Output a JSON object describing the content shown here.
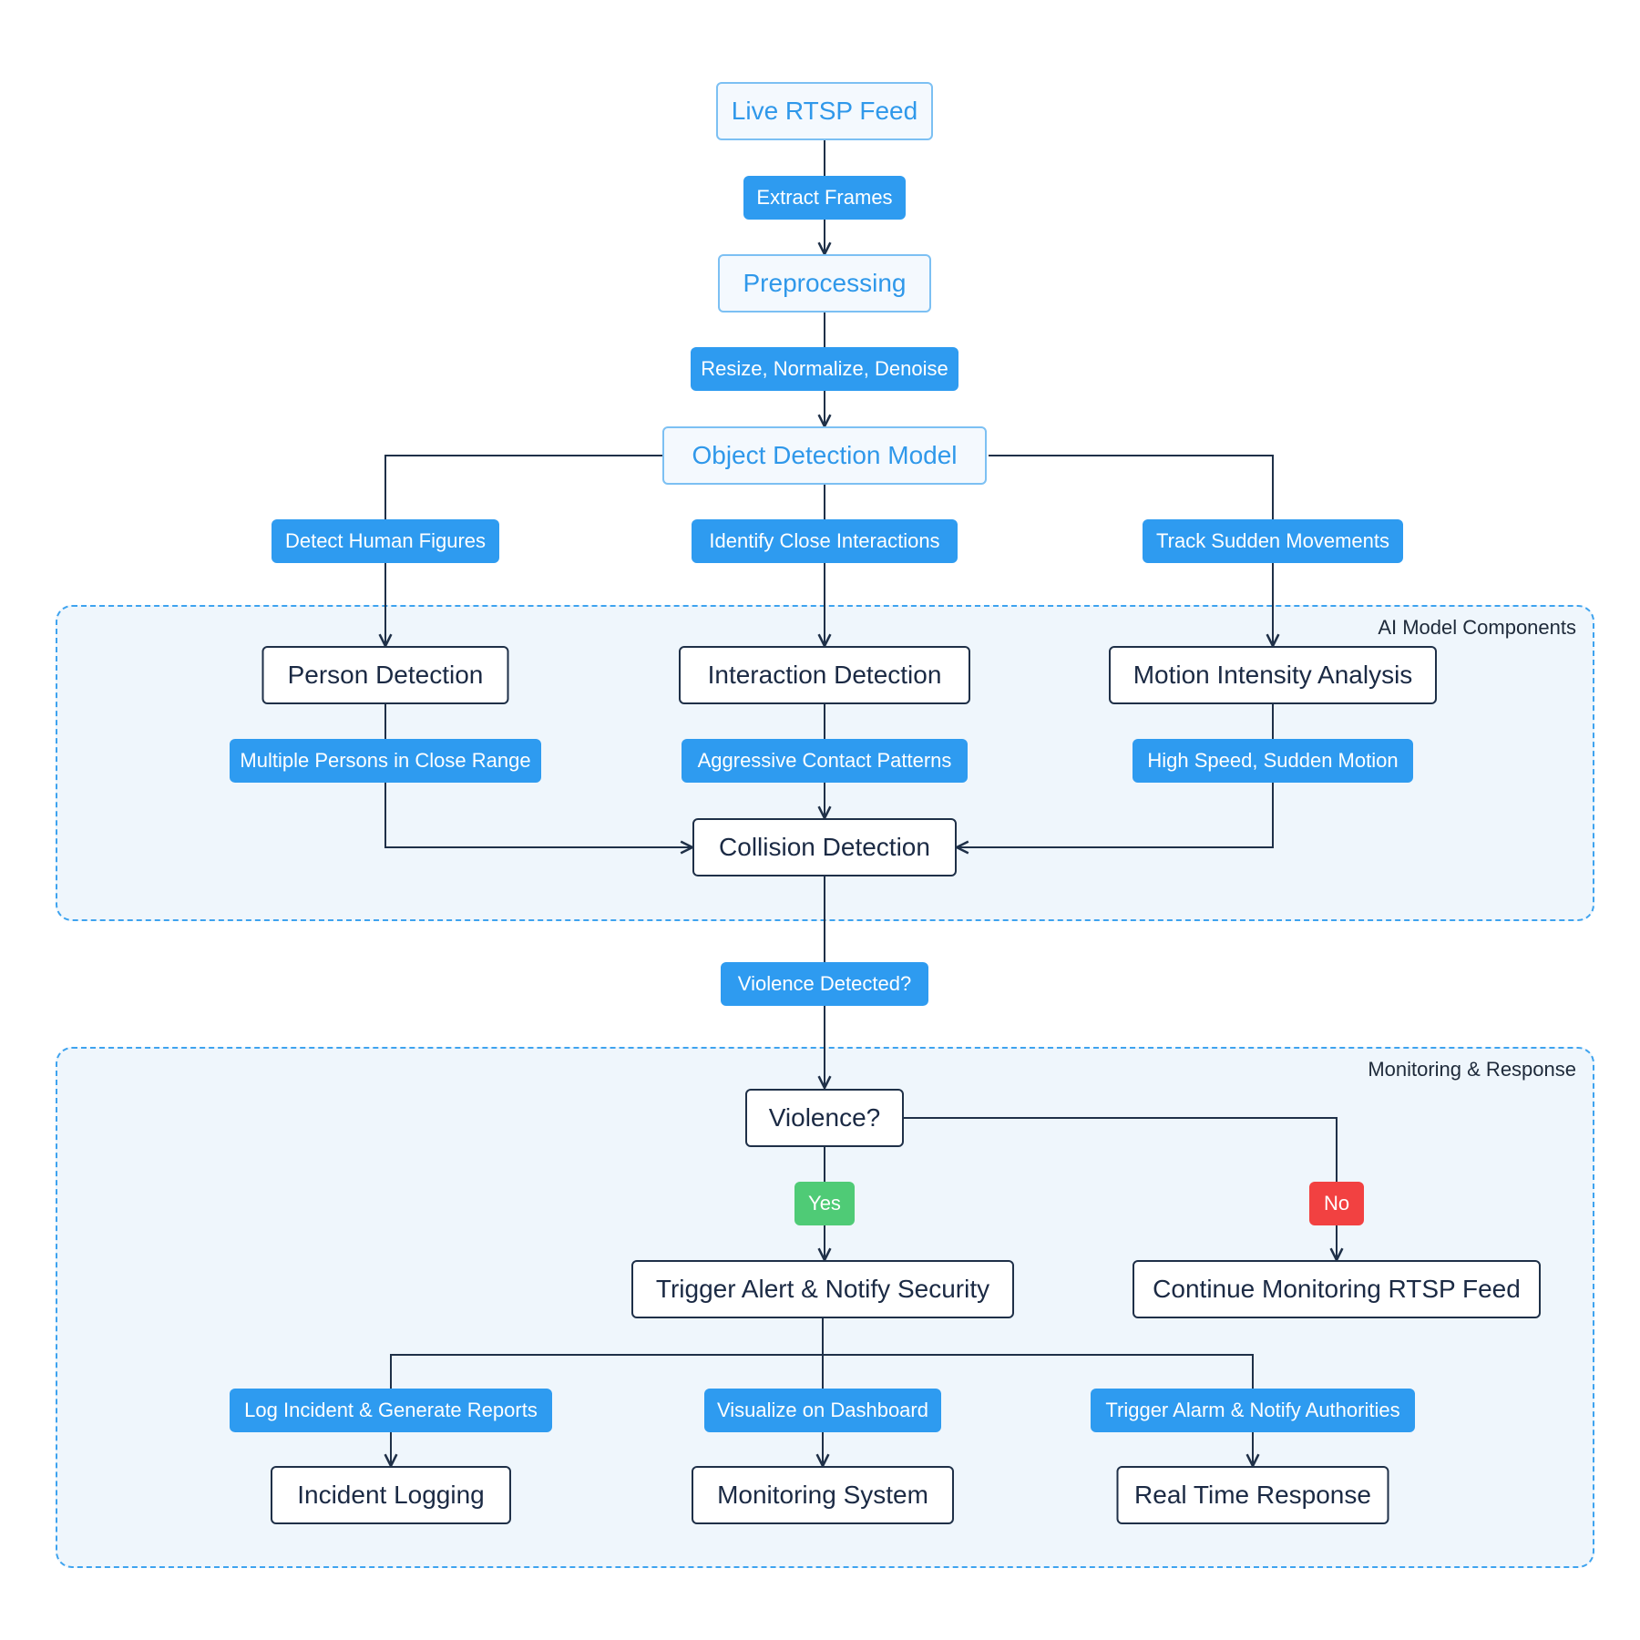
{
  "groups": {
    "ai_components": {
      "label": "AI Model Components"
    },
    "monitoring_response": {
      "label": "Monitoring & Response"
    }
  },
  "nodes": {
    "live_rtsp_feed": "Live RTSP Feed",
    "preprocessing": "Preprocessing",
    "object_detection_model": "Object Detection Model",
    "person_detection": "Person Detection",
    "interaction_detection": "Interaction Detection",
    "motion_intensity_analysis": "Motion Intensity Analysis",
    "collision_detection": "Collision Detection",
    "violence_decision": "Violence?",
    "trigger_alert": "Trigger Alert & Notify Security",
    "continue_monitoring": "Continue Monitoring RTSP Feed",
    "incident_logging": "Incident Logging",
    "monitoring_system": "Monitoring System",
    "real_time_response": "Real Time Response"
  },
  "edge_labels": {
    "extract_frames": "Extract Frames",
    "resize_normalize": "Resize, Normalize, Denoise",
    "detect_human": "Detect Human Figures",
    "identify_interactions": "Identify Close Interactions",
    "track_movements": "Track Sudden Movements",
    "multiple_persons": "Multiple Persons in Close Range",
    "aggressive_contact": "Aggressive Contact Patterns",
    "high_speed": "High Speed, Sudden Motion",
    "violence_detected": "Violence Detected?",
    "yes": "Yes",
    "no": "No",
    "log_incident": "Log Incident & Generate Reports",
    "visualize_dashboard": "Visualize on Dashboard",
    "trigger_alarm": "Trigger Alarm & Notify Authorities"
  },
  "colors": {
    "accent_blue": "#2e9bf0",
    "input_text": "#2f98ea",
    "node_border": "#1f3048",
    "group_fill": "#eff6fc",
    "group_border": "#3ea3ef",
    "yes_green": "#4fcb76",
    "no_red": "#f24141"
  }
}
